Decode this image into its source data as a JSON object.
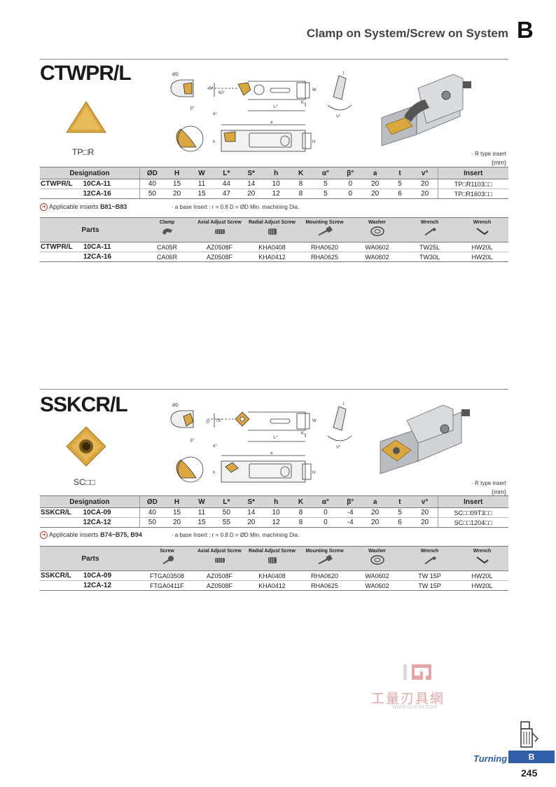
{
  "header": {
    "title": "Clamp on System/Screw on System",
    "letter": "B"
  },
  "colors": {
    "tab_blue": "#2f5fa8",
    "turning_text": "#2a5d9e",
    "insert_gold": "#d9a640",
    "table_header": "#d6d6d6"
  },
  "icons": [
    "insert-triangle-icon",
    "insert-rhombic-icon",
    "applicable-arrow-icon",
    "clamp-icon",
    "screw-icon",
    "axial-adjust-screw-icon",
    "radial-adjust-screw-icon",
    "mounting-screw-icon",
    "washer-icon",
    "wrench-icon",
    "hex-wrench-icon",
    "turning-tool-icon"
  ],
  "sections": [
    {
      "title": "CTWPR/L",
      "insert_label": "TP□R",
      "note_type": "· R type insert",
      "note_unit": "(mm)",
      "spec_headers": [
        "Designation",
        "ØD",
        "H",
        "W",
        "L*",
        "S*",
        "h",
        "K",
        "α°",
        "β°",
        "a",
        "t",
        "v°",
        "Insert"
      ],
      "rows": [
        {
          "name": "CTWPR/L",
          "code": "10CA-11",
          "values": [
            "40",
            "15",
            "11",
            "44",
            "14",
            "10",
            "8",
            "5",
            "0",
            "20",
            "5",
            "20"
          ],
          "insert": "TP□R1103□□"
        },
        {
          "name": "",
          "code": "12CA-16",
          "values": [
            "50",
            "20",
            "15",
            "47",
            "20",
            "12",
            "8",
            "5",
            "0",
            "20",
            "6",
            "20"
          ],
          "insert": "TP□R1603□□"
        }
      ],
      "applicable_label": "Applicable inserts",
      "applicable_pages": "B81~B83",
      "footnote": "· a base Insert : r = 0.8      D = ØD Min. machining Dia.",
      "parts_label": "Parts",
      "parts_headers": [
        "Clamp",
        "Axial Adjust Screw",
        "Radial Adjust Screw",
        "Mounting Screw",
        "Washer",
        "Wrench",
        "Wrench"
      ],
      "parts_rows": [
        {
          "name": "CTWPR/L",
          "code": "10CA-11",
          "values": [
            "CA05R",
            "AZ0508F",
            "KHA0408",
            "RHA0620",
            "WA0602",
            "TW25L",
            "HW20L"
          ]
        },
        {
          "name": "",
          "code": "12CA-16",
          "values": [
            "CA06R",
            "AZ0508F",
            "KHA0412",
            "RHA0625",
            "WA0602",
            "TW30L",
            "HW20L"
          ]
        }
      ]
    },
    {
      "title": "SSKCR/L",
      "insert_label": "SC□□",
      "note_type": "· R type insert",
      "note_unit": "(mm)",
      "spec_headers": [
        "Designation",
        "ØD",
        "H",
        "W",
        "L*",
        "S*",
        "h",
        "K",
        "α°",
        "β°",
        "a",
        "t",
        "v°",
        "Insert"
      ],
      "rows": [
        {
          "name": "SSKCR/L",
          "code": "10CA-09",
          "values": [
            "40",
            "15",
            "11",
            "50",
            "14",
            "10",
            "8",
            "0",
            "-4",
            "20",
            "5",
            "20"
          ],
          "insert": "SC□□09T3□□"
        },
        {
          "name": "",
          "code": "12CA-12",
          "values": [
            "50",
            "20",
            "15",
            "55",
            "20",
            "12",
            "8",
            "0",
            "-4",
            "20",
            "6",
            "20"
          ],
          "insert": "SC□□1204□□"
        }
      ],
      "applicable_label": "Applicable inserts",
      "applicable_pages": "B74~B75, B94",
      "footnote": "· a base Insert : r = 0.8      D = ØD Min. machining Dia.",
      "parts_label": "Parts",
      "parts_headers": [
        "Screw",
        "Axial Adjust Screw",
        "Radial Adjust Screw",
        "Mounting Screw",
        "Washer",
        "Wrench",
        "Wrench"
      ],
      "parts_rows": [
        {
          "name": "SSKCR/L",
          "code": "10CA-09",
          "values": [
            "FTGA03508",
            "AZ0508F",
            "KHA0408",
            "RHA0620",
            "WA0602",
            "TW 15P",
            "HW20L"
          ]
        },
        {
          "name": "",
          "code": "12CA-12",
          "values": [
            "FTGA0411F",
            "AZ0508F",
            "KHA0412",
            "RHA0625",
            "WA0602",
            "TW 15P",
            "HW20L"
          ]
        }
      ]
    }
  ],
  "drawing_labels": {
    "top": {
      "d": "ØD",
      "s": "S*",
      "angle1": "60°",
      "angle2": "β°",
      "alpha": "α°",
      "l": "L*",
      "k": "K",
      "w": "W",
      "t": "t",
      "v": "V°",
      "a": "a",
      "h": "h",
      "hh": "H"
    },
    "bottom": {
      "d": "ØD",
      "s": "S*",
      "angle1": "75°",
      "angle2": "β°",
      "alpha": "α°",
      "l": "L*",
      "k": "K",
      "w": "W",
      "t": "t",
      "v": "V°",
      "a": "a",
      "h": "h",
      "hh": "H"
    }
  },
  "watermark": {
    "cn": "工量刃具網",
    "url": "WWW.GLRJW.COM"
  },
  "footer": {
    "section": "Turning",
    "tab": "B",
    "page": "245"
  }
}
